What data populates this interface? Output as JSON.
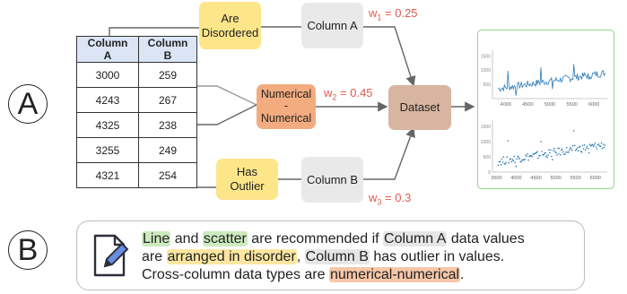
{
  "labels": {
    "a": "A",
    "b": "B"
  },
  "table": {
    "headers": [
      "Column A",
      "Column B"
    ],
    "rows": [
      [
        "3000",
        "259"
      ],
      [
        "4243",
        "267"
      ],
      [
        "4325",
        "238"
      ],
      [
        "3255",
        "249"
      ],
      [
        "4321",
        "254"
      ]
    ]
  },
  "nodes": {
    "are_disordered": "Are\nDisordered",
    "column_a": "Column A",
    "numerical": "Numerical\n-\nNumerical",
    "dataset": "Dataset",
    "has_outlier": "Has\nOutlier",
    "column_b": "Column B"
  },
  "weights": {
    "w1": {
      "sym": "w",
      "sub": "1",
      "val": " = 0.25"
    },
    "w2": {
      "sym": "w",
      "sub": "2",
      "val": " = 0.45"
    },
    "w3": {
      "sym": "w",
      "sub": "3",
      "val": " = 0.3"
    }
  },
  "chart_data": [
    {
      "type": "line",
      "x_ticks": [
        "4000",
        "4500",
        "5000",
        "5500",
        "6000"
      ],
      "y_ticks": [
        "1500",
        "1000",
        "500"
      ],
      "xlim": [
        3700,
        6300
      ],
      "ylim": [
        0,
        1700
      ],
      "series": [
        {
          "color": "#2b7bba"
        }
      ]
    },
    {
      "type": "scatter",
      "x_ticks": [
        "3500",
        "4000",
        "4500",
        "5000",
        "5500",
        "6000"
      ],
      "y_ticks": [
        "1500",
        "1000",
        "500",
        "0"
      ],
      "xlim": [
        3400,
        6300
      ],
      "ylim": [
        0,
        1700
      ],
      "series": [
        {
          "color": "#2b7bba"
        }
      ]
    }
  ],
  "recommendation": {
    "line1": {
      "p1": "Line",
      "p2": " and ",
      "p3": "scatter",
      "p4": " are recommended if ",
      "p5": "Column A",
      "p6": " data values"
    },
    "line2": {
      "p1": "are ",
      "p2": "arranged in disorder",
      "p3": ", ",
      "p4": "Column B",
      "p5": " has outlier in values."
    },
    "line3": {
      "p1": "Cross-column data types are ",
      "p2": "numerical-numerical",
      "p3": "."
    }
  },
  "colors": {
    "accent_red": "#e0594f",
    "yellow": "#fde58a",
    "orange": "#f2ac7f",
    "brown": "#d8b5a0",
    "green_border": "#8fd28a",
    "line_blue": "#2b7bba"
  },
  "icons": {
    "note": "note-edit-icon"
  }
}
